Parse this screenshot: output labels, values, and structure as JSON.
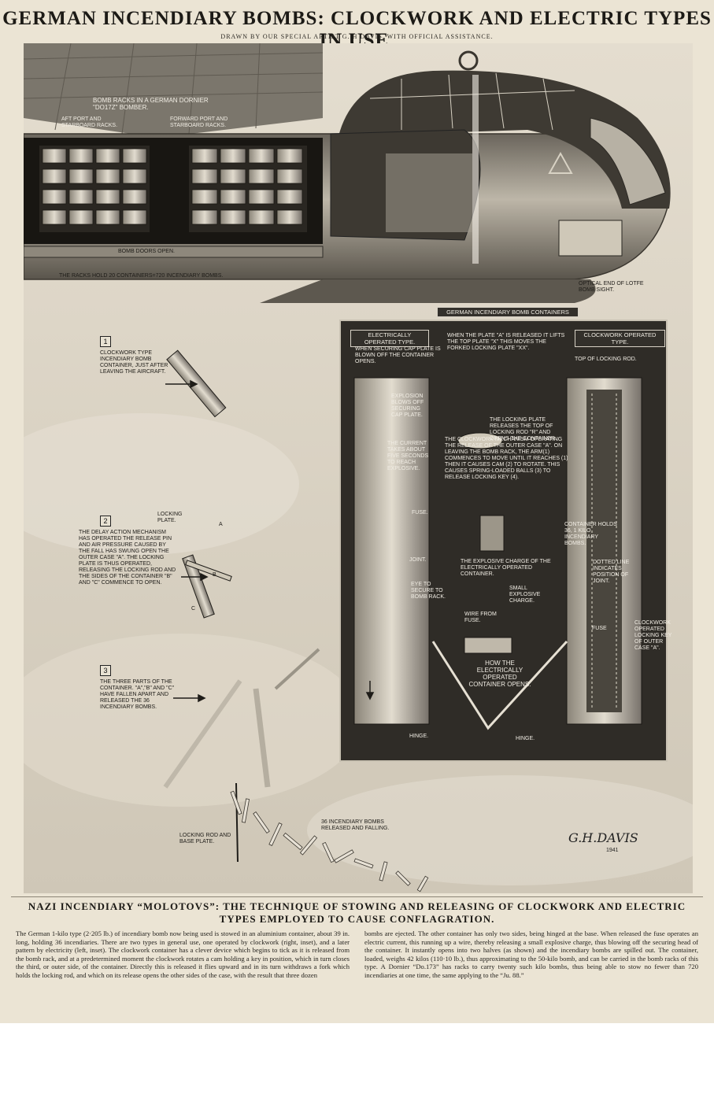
{
  "header": {
    "title": "GERMAN INCENDIARY BOMBS: CLOCKWORK AND ELECTRIC TYPES IN USE.",
    "credit": "DRAWN BY OUR SPECIAL ARTIST G. H DAVIS, WITH OFFICIAL ASSISTANCE."
  },
  "plane": {
    "racks_title": "BOMB RACKS IN A GERMAN DORNIER \"Do17z\" BOMBER.",
    "aft_racks": "AFT PORT AND STARBOARD RACKS.",
    "forward_racks": "FORWARD PORT AND STARBOARD RACKS.",
    "bomb_doors": "BOMB DOORS OPEN.",
    "racks_hold": "THE RACKS HOLD 20 CONTAINERS=720 INCENDIARY BOMBS.",
    "optical_end": "OPTICAL END OF LOTFE BOMB SIGHT."
  },
  "sequence": {
    "step1_num": "1",
    "step1_text": "CLOCKWORK TYPE INCENDIARY BOMB CONTAINER, JUST AFTER LEAVING THE AIRCRAFT.",
    "step2_num": "2",
    "step2_text": "THE DELAY ACTION MECHANISM HAS OPERATED THE RELEASE PIN AND AIR PRESSURE CAUSED BY THE FALL HAS SWUNG OPEN THE OUTER CASE \"A\". THE LOCKING PLATE IS THUS OPERATED, RELEASING THE LOCKING ROD AND THE SIDES OF THE CONTAINER \"B\" AND \"C\" COMMENCE TO OPEN.",
    "locking_plate": "LOCKING PLATE.",
    "step3_num": "3",
    "step3_text": "THE THREE PARTS OF THE CONTAINER. \"A\",\"B\" AND \"C\" HAVE FALLEN APART AND RELEASED THE 36 INCENDIARY BOMBS.",
    "locking_rod": "LOCKING ROD AND BASE PLATE.",
    "bombs_falling": "36 INCENDIARY BOMBS RELEASED AND FALLING.",
    "letter_a": "A",
    "letter_b": "B",
    "letter_c": "C"
  },
  "inset": {
    "title": "GERMAN INCENDIARY BOMB CONTAINERS",
    "electric_type": "ELECTRICALLY OPERATED TYPE.",
    "clockwork_type": "CLOCKWORK OPERATED TYPE.",
    "securing_cap": "WHEN SECURING CAP PLATE IS BLOWN OFF THE CONTAINER OPENS.",
    "plate_a": "WHEN THE PLATE \"A\" IS RELEASED IT LIFTS THE TOP PLATE \"X\" THIS MOVES THE FORKED LOCKING PLATE \"XX\".",
    "top_locking_rod": "TOP OF LOCKING ROD.",
    "explosion": "EXPLOSION BLOWS OFF SECURING CAP PLATE.",
    "locking_plate_releases": "THE LOCKING PLATE RELEASES THE TOP OF LOCKING ROD \"R\" AND OPENS THE CONTAINER.",
    "current": "THE CURRENT TAKES ABOUT FIVE SECONDS TO REACH EXPLOSIVE.",
    "clockwork_mech": "THE CLOCKWORK MECHANISM OPERATING THE RELEASE OF THE OUTER CASE \"A\". ON LEAVING THE BOMB RACK, THE ARM(1) COMMENCES TO MOVE UNTIL IT REACHES (1) THEN IT CAUSES CAM (2) TO ROTATE. THIS CAUSES SPRING-LOADED BALLS (3) TO RELEASE LOCKING KEY (4).",
    "fuse": "FUSE.",
    "container_holds": "CONTAINER HOLDS 36, 1 KILO INCENDIARY BOMBS.",
    "joint": "JOINT.",
    "explosive_charge": "THE EXPLOSIVE CHARGE OF THE ELECTRICALLY OPERATED CONTAINER.",
    "dotted_line": "DOTTED LINE INDICATES POSITION OF JOINT.",
    "eye": "EYE TO SECURE TO BOMB RACK.",
    "small_charge": "SMALL EXPLOSIVE CHARGE.",
    "wire_fuse": "WIRE FROM FUSE.",
    "clockwork_key": "CLOCKWORK OPERATED LOCKING KEY OF OUTER CASE \"A\".",
    "how_opens": "HOW THE ELECTRICALLY OPERATED CONTAINER OPENS.",
    "hinge": "HINGE.",
    "fuse_small": "FUSE"
  },
  "signature": {
    "name": "G.H.DAVIS",
    "year": "1941"
  },
  "caption": {
    "headline": "NAZI INCENDIARY “MOLOTOVS”: THE TECHNIQUE OF STOWING AND RELEASING OF CLOCKWORK AND ELECTRIC TYPES EMPLOYED TO CAUSE CONFLAGRATION.",
    "body_left": "The German 1-kilo type (2·205 lb.) of incendiary bomb now being used is stowed in an aluminium container, about 39 in. long, holding 36 incendiaries. There are two types in general use, one operated by clockwork (right, inset), and a later pattern by electricity (left, inset). The clockwork container has a clever device which begins to tick as it is released from the bomb rack, and at a predetermined moment the clockwork rotates a cam holding a key in position, which in turn closes the third, or outer side, of the container. Directly this is released it flies upward and in its turn withdraws a fork which holds the locking rod, and which on its release opens the other sides of the case, with the result that three dozen",
    "body_right": "bombs are ejected. The other container has only two sides, being hinged at the base. When released the fuse operates an electric current, this running up a wire, thereby releasing a small explosive charge, thus blowing off the securing head of the container. It instantly opens into two halves (as shown) and the incendiary bombs are spilled out. The container, loaded, weighs 42 kilos (110·10 lb.), thus approximating to the 50-kilo bomb, and can be carried in the bomb racks of this type. A Dornier “Do.173” has racks to carry twenty such kilo bombs, thus being able to stow no fewer than 720 incendiaries at one time, the same applying to the “Ju. 88.”"
  },
  "colors": {
    "paper": "#ebe4d4",
    "sky": "#d9d2c3",
    "ink": "#1c1a16",
    "panel": "#2f2c27"
  }
}
